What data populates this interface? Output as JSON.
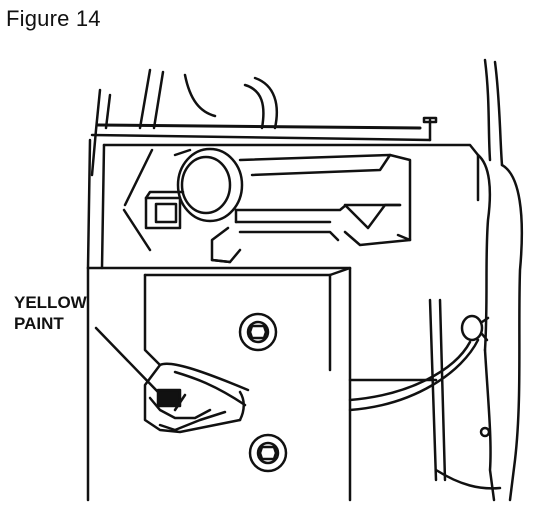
{
  "figure": {
    "title": "Figure 14"
  },
  "callout": {
    "line1": "YELLOW",
    "line2": "PAINT"
  },
  "colors": {
    "ink": "#111111",
    "paper": "#ffffff"
  }
}
